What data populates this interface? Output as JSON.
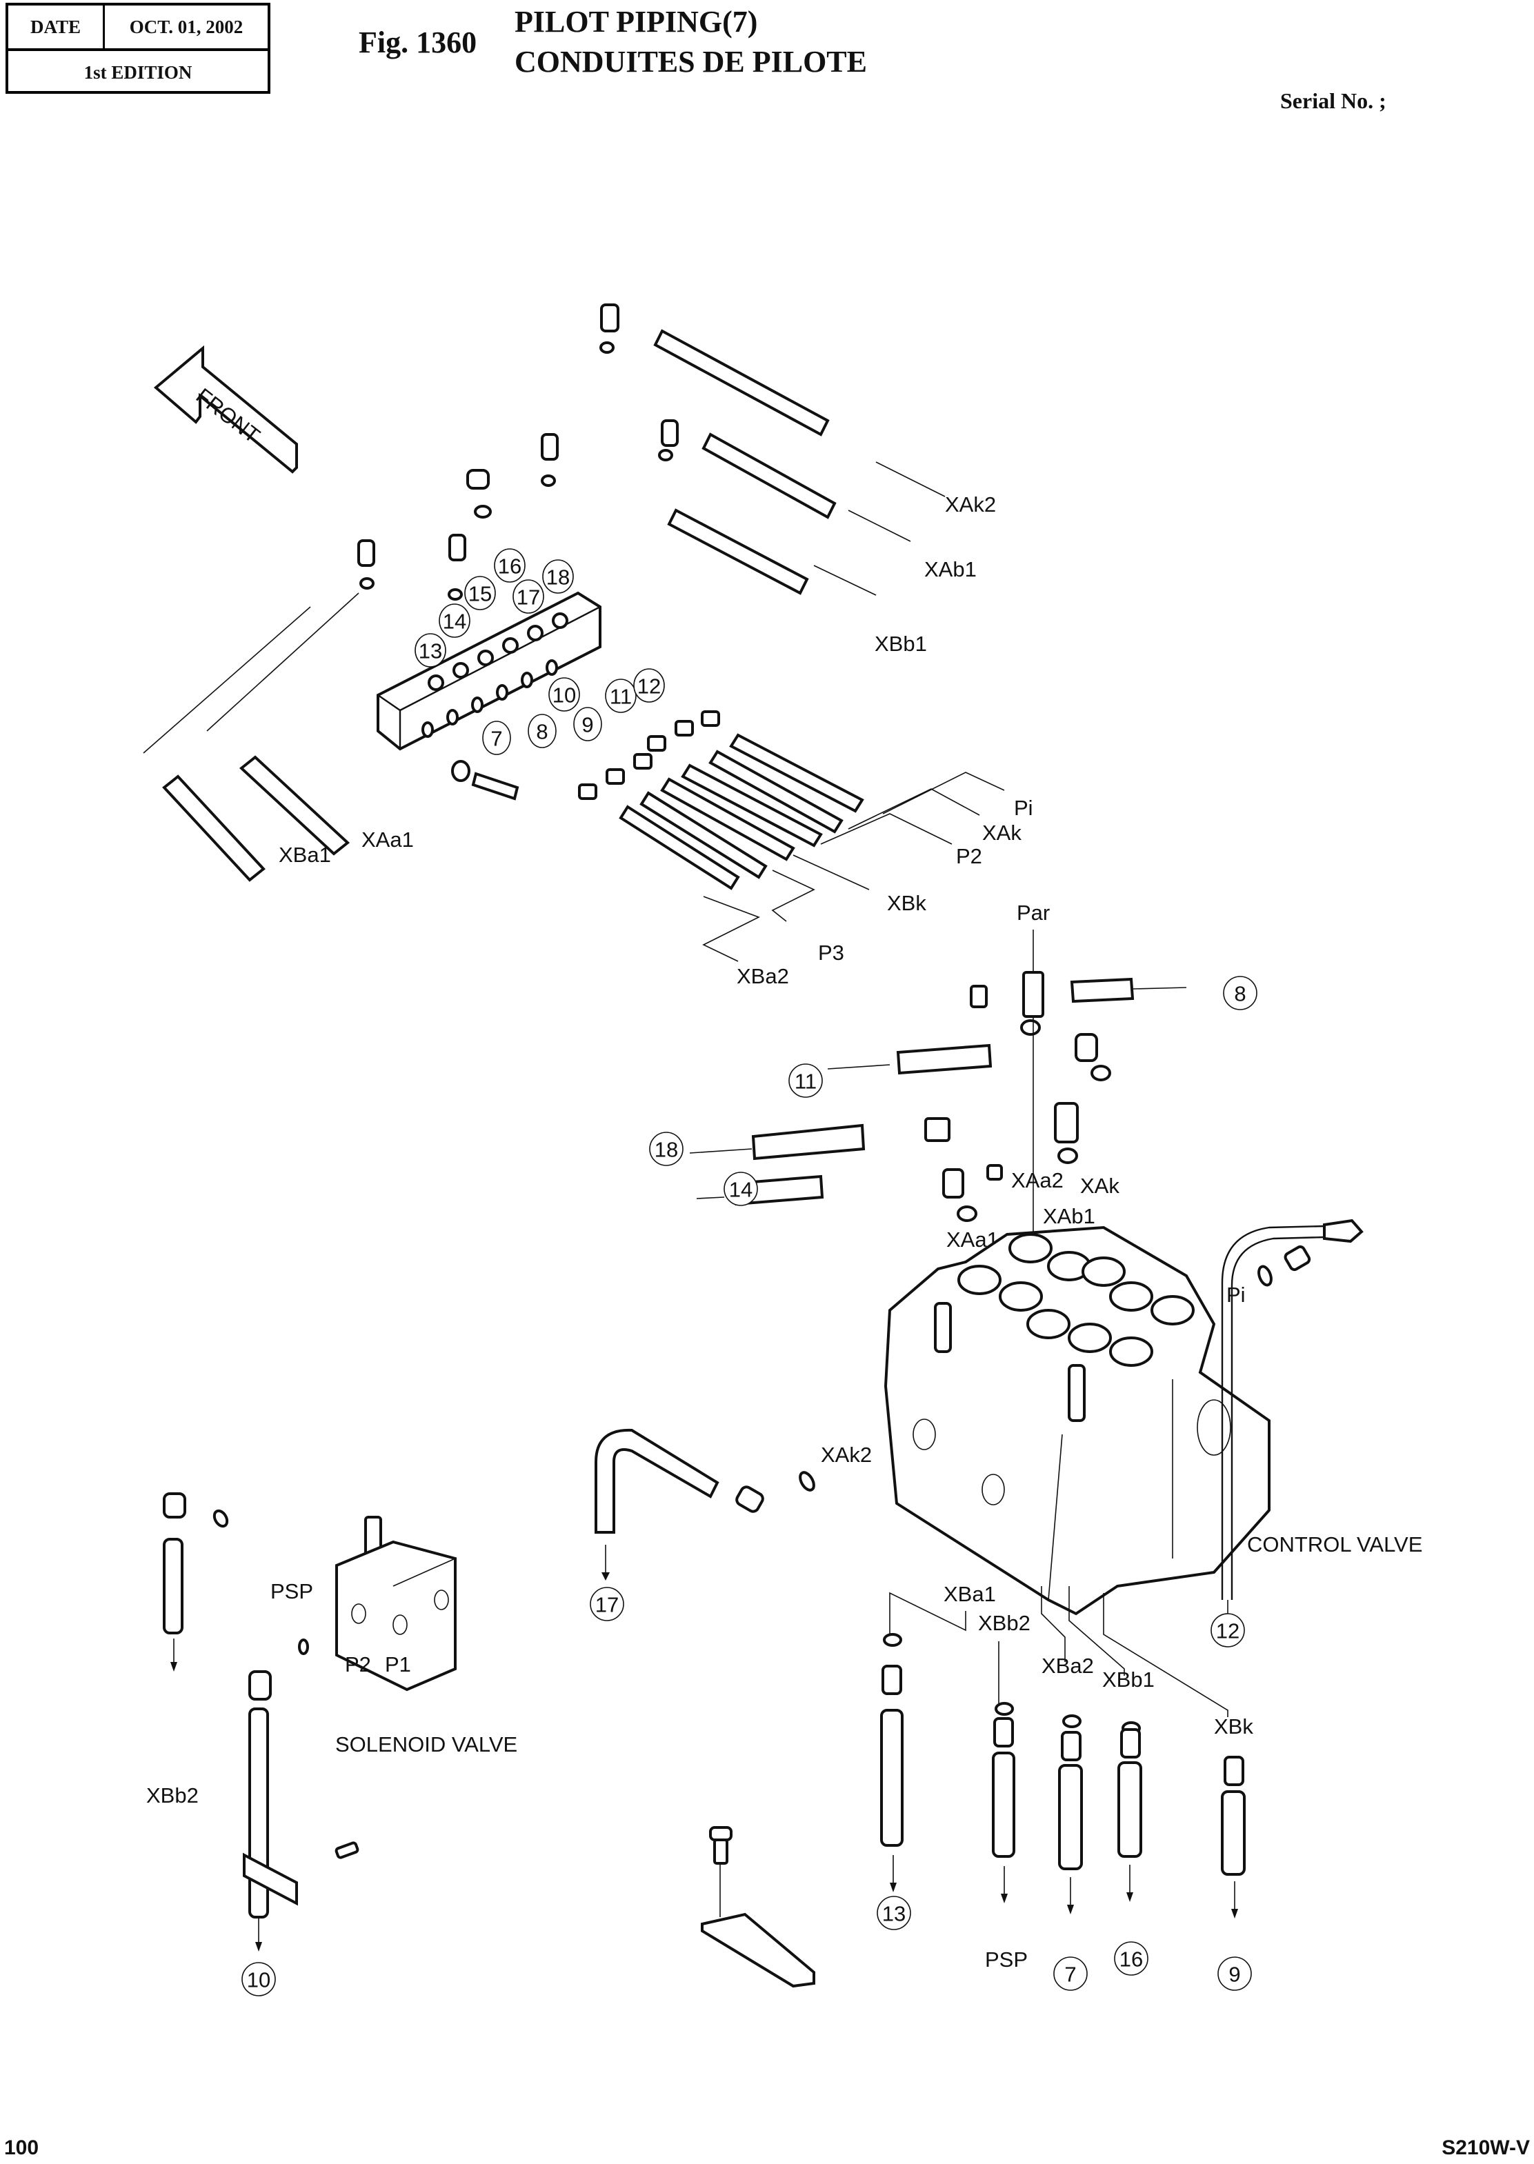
{
  "header": {
    "date_label": "DATE",
    "date_value": "OCT. 01, 2002",
    "edition": "1st EDITION",
    "figure_number": "Fig. 1360",
    "title_en": "PILOT PIPING(7)",
    "title_fr": "CONDUITES DE PILOTE",
    "serial": "Serial No. ;"
  },
  "footer": {
    "page_number": "100",
    "model": "S210W-V"
  },
  "diagram": {
    "front_arrow": "FRONT",
    "assemblies": {
      "control_valve": "CONTROL VALVE",
      "solenoid_valve": "SOLENOID VALVE"
    },
    "port_labels": {
      "xak2_top": "XAk2",
      "xab1_top": "XAb1",
      "xbb1_top": "XBb1",
      "xba1_left": "XBa1",
      "xaa1_left": "XAa1",
      "pi_top": "Pi",
      "xak_top": "XAk",
      "p2_top": "P2",
      "xbk_top": "XBk",
      "p3": "P3",
      "xba2_top": "XBa2",
      "par": "Par",
      "xaa2_cv": "XAa2",
      "xak_cv": "XAk",
      "xab1_cv": "XAb1",
      "xaa1_cv": "XAa1",
      "pi_cv": "Pi",
      "xak2_cv": "XAk2",
      "xba1_cv": "XBa1",
      "xbb2_cv": "XBb2",
      "xba2_cv": "XBa2",
      "xbb1_cv": "XBb1",
      "xbk_cv": "XBk",
      "psp_sol": "PSP",
      "p2_sol": "P2",
      "p1_sol": "P1",
      "xbb2_bottom": "XBb2",
      "psp_bottom": "PSP"
    },
    "manifold_callouts": [
      "7",
      "8",
      "9",
      "10",
      "11",
      "12",
      "13",
      "14",
      "15",
      "16",
      "17",
      "18"
    ],
    "line_callouts": {
      "to_8": "8",
      "to_11": "11",
      "to_18": "18",
      "to_14": "14",
      "to_17": "17",
      "to_12": "12",
      "to_10": "10",
      "to_13": "13",
      "to_7": "7",
      "to_16": "16",
      "to_9": "9"
    }
  }
}
